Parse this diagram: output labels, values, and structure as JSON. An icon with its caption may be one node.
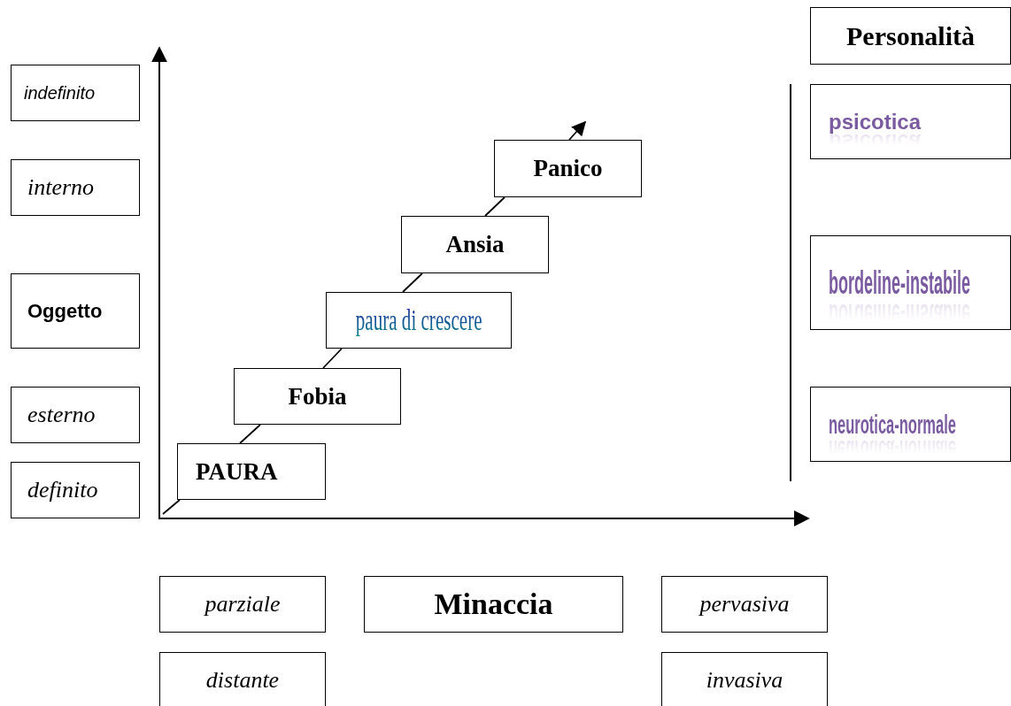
{
  "diagram": {
    "nodes": [
      {
        "text": [
          "indefinito"
        ]
      },
      {
        "text": [
          "Personalità"
        ]
      },
      {
        "text": [
          "psicotica"
        ]
      },
      {
        "text": [
          "interno"
        ]
      },
      {
        "text": [
          "Panico"
        ]
      },
      {
        "text": [
          "Ansia"
        ]
      },
      {
        "text": [
          "Oggetto"
        ]
      },
      {
        "text": [
          "paura di crescere"
        ]
      },
      {
        "text": [
          "bordeline-instabile"
        ]
      },
      {
        "text": [
          "Fobia"
        ]
      },
      {
        "text": [
          "esterno"
        ]
      },
      {
        "text": [
          "neurotica-normale"
        ]
      },
      {
        "text": [
          "definito"
        ]
      },
      {
        "text": [
          "PAURA"
        ]
      },
      {
        "text": [
          "parziale"
        ]
      },
      {
        "text": [
          "Minaccia"
        ]
      },
      {
        "text": [
          "pervasiva"
        ]
      },
      {
        "text": [
          "distante"
        ]
      },
      {
        "text": [
          "invasiva"
        ]
      }
    ],
    "edges": [
      {
        "from": null,
        "to": 13,
        "arrow": "none"
      },
      {
        "from": 13,
        "to": 9,
        "arrow": "none"
      },
      {
        "from": 9,
        "to": 7,
        "arrow": "none"
      },
      {
        "from": 7,
        "to": 5,
        "arrow": "none"
      },
      {
        "from": 5,
        "to": 4,
        "arrow": "none"
      },
      {
        "from": 4,
        "to": null,
        "arrow": "to"
      }
    ]
  }
}
